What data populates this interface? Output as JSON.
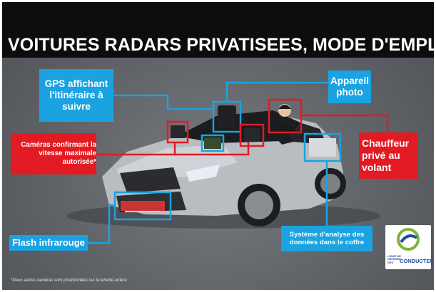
{
  "title": "VOITURES RADARS PRIVATISEES, MODE D'EMPLOI",
  "labels": {
    "gps": "GPS affichant l'itinéraire à suivre",
    "photo": "Appareil photo",
    "cameras": "Caméras confirmant la vitesse maximale autorisée*",
    "chauffeur": "Chauffeur privé au volant",
    "flash": "Flash infrarouge",
    "system": "Système d'analyse des données dans le coffre"
  },
  "footnote": "*Deux autres caméras sont positionnées sur la lunette arrière",
  "logo": {
    "line1": "LIGUE DE DÉFENSE DES",
    "line2": "CONDUCTEURS"
  },
  "colors": {
    "blue_label": "#1aa3e0",
    "red_label": "#e21b23",
    "title_bar": "#0d0d0d",
    "background": "#5f6267"
  }
}
